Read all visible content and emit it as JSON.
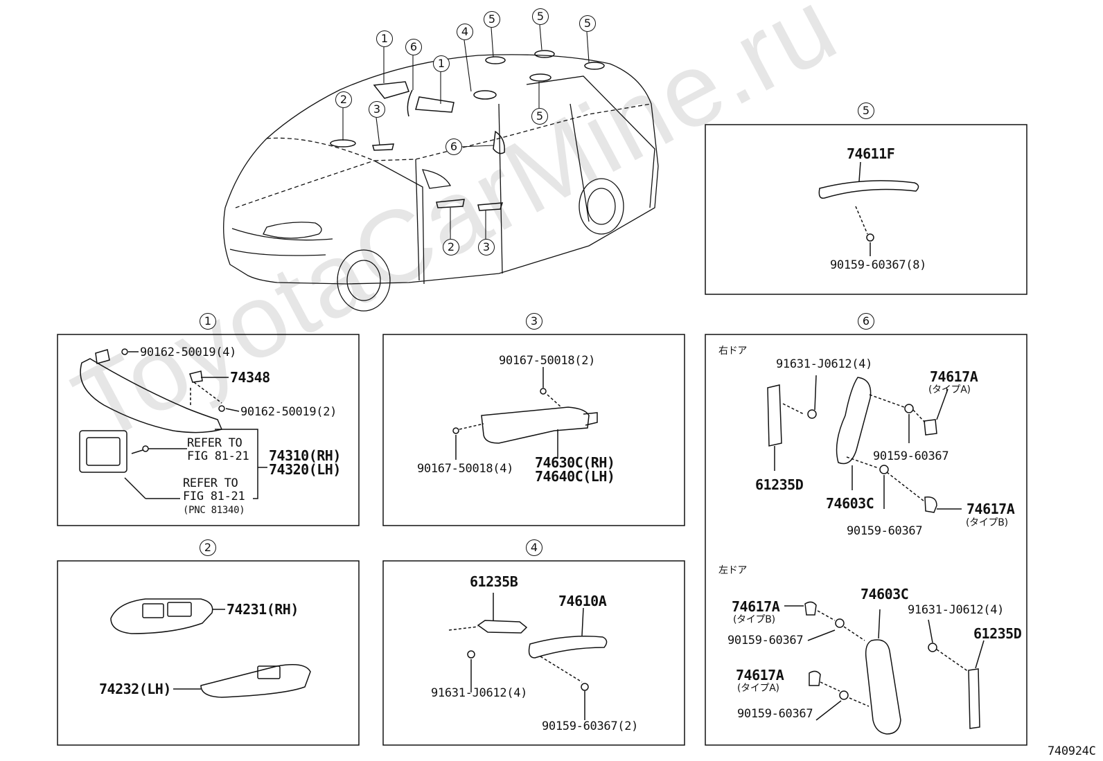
{
  "watermark": "ToyotaCarMine.ru",
  "diagram_code": "740924C",
  "callouts": {
    "c1": "1",
    "c2": "2",
    "c3": "3",
    "c4": "4",
    "c5": "5",
    "c6": "6"
  },
  "panel1": {
    "screw_a": "90162-50019(4)",
    "holder": "74348",
    "screw_b": "90162-50019(2)",
    "refer1_l1": "REFER TO",
    "refer1_l2": "FIG 81-21",
    "visor_rh": "74310(RH)",
    "visor_lh": "74320(LH)",
    "refer2_l1": "REFER TO",
    "refer2_l2": "FIG 81-21",
    "refer2_l3": "(PNC 81340)"
  },
  "panel2": {
    "rh": "74231(RH)",
    "lh": "74232(LH)"
  },
  "panel3": {
    "screw_top": "90167-50018(2)",
    "screw_bottom": "90167-50018(4)",
    "rh": "74630C(RH)",
    "lh": "74640C(LH)"
  },
  "panel4": {
    "bracket": "61235B",
    "grip": "74610A",
    "bolt": "91631-J0612(4)",
    "screw": "90159-60367(2)"
  },
  "panel5": {
    "grip": "74611F",
    "screw": "90159-60367(8)"
  },
  "panel6": {
    "right_door": "右ドア",
    "left_door": "左ドア",
    "r_bolt": "91631-J0612(4)",
    "r_cover_a": "74617A",
    "r_cover_a_type": "(タイプA)",
    "r_screw1": "90159-60367",
    "r_bracket": "61235D",
    "r_grip": "74603C",
    "r_cover_b": "74617A",
    "r_cover_b_type": "(タイプB)",
    "r_screw2": "90159-60367",
    "l_cover_b": "74617A",
    "l_cover_b_type": "(タイプB)",
    "l_grip": "74603C",
    "l_bolt": "91631-J0612(4)",
    "l_screw1": "90159-60367",
    "l_bracket": "61235D",
    "l_cover_a": "74617A",
    "l_cover_a_type": "(タイプA)",
    "l_screw2": "90159-60367"
  }
}
